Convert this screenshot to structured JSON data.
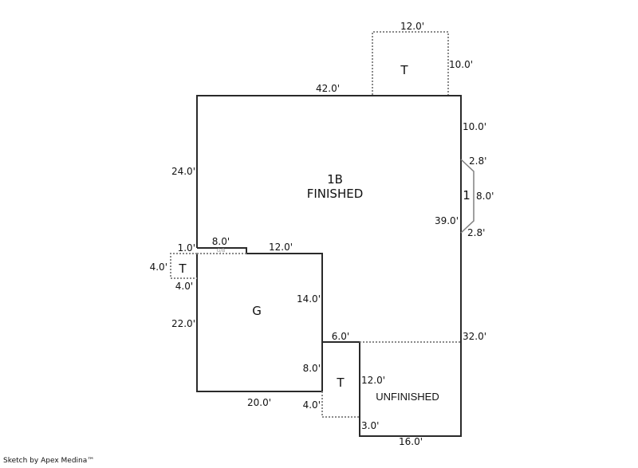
{
  "sketch": {
    "areas": {
      "main": {
        "code": "1B",
        "name": "FINISHED"
      },
      "garage": {
        "code": "G"
      },
      "terrace_top": {
        "code": "T"
      },
      "terrace_left": {
        "code": "T"
      },
      "terrace_bottom": {
        "code": "T"
      },
      "bay": {
        "code": "1"
      },
      "unfinished": {
        "name": "UNFINISHED"
      },
      "breezeway": {
        "code": "G/B"
      }
    },
    "dimensions": {
      "top_terrace_width": "12.0'",
      "top_terrace_depth": "10.0'",
      "main_top": "42.0'",
      "right_upper": "10.0'",
      "bay_top": "2.8'",
      "bay_face": "8.0'",
      "bay_bottom": "2.8'",
      "right_39": "39.0'",
      "main_left": "24.0'",
      "left_1": "1.0'",
      "gb_width": "8.0'",
      "garage_top": "12.0'",
      "left_terrace_width": "4.0'",
      "left_terrace_depth": "4.0'",
      "garage_right": "14.0'",
      "garage_left": "22.0'",
      "step_6": "6.0'",
      "right_32": "32.0'",
      "garage_right_lower": "8.0'",
      "unf_left": "12.0'",
      "garage_bottom": "20.0'",
      "terrace_bottom_side": "4.0'",
      "unf_step": "3.0'",
      "unf_bottom": "16.0'"
    },
    "credit": "Sketch by Apex Medina™"
  }
}
